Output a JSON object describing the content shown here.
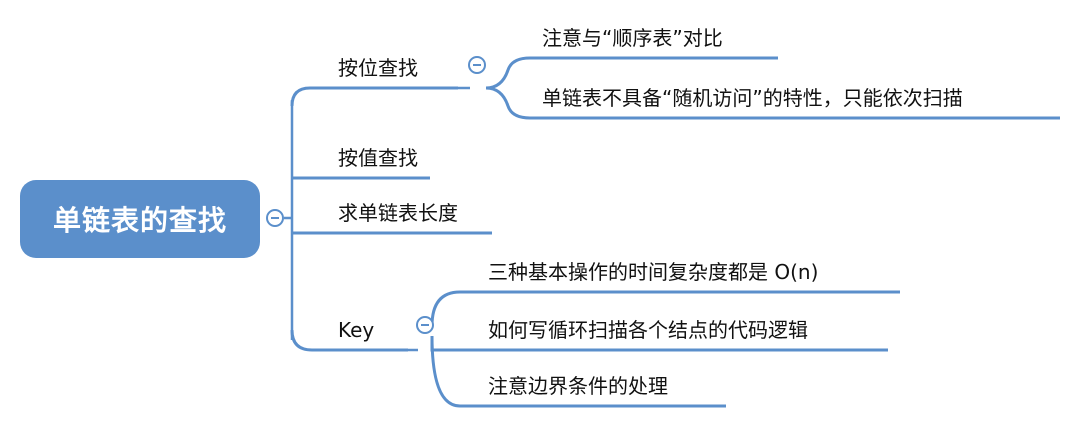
{
  "colors": {
    "accent": "#5b8fcb",
    "root_bg": "#5b8fcb",
    "root_text": "#ffffff",
    "text": "#111111"
  },
  "root": {
    "label": "单链表的查找"
  },
  "branches": {
    "by_position": {
      "label": "按位查找",
      "children": [
        "注意与“顺序表”对比",
        "单链表不具备“随机访问”的特性，只能依次扫描"
      ]
    },
    "by_value": {
      "label": "按值查找"
    },
    "length": {
      "label": "求单链表长度"
    },
    "key": {
      "label": "Key",
      "children": [
        "三种基本操作的时间复杂度都是 O(n)",
        "如何写循环扫描各个结点的代码逻辑",
        "注意边界条件的处理"
      ]
    }
  },
  "icons": {
    "collapse": "collapse-minus-icon"
  }
}
